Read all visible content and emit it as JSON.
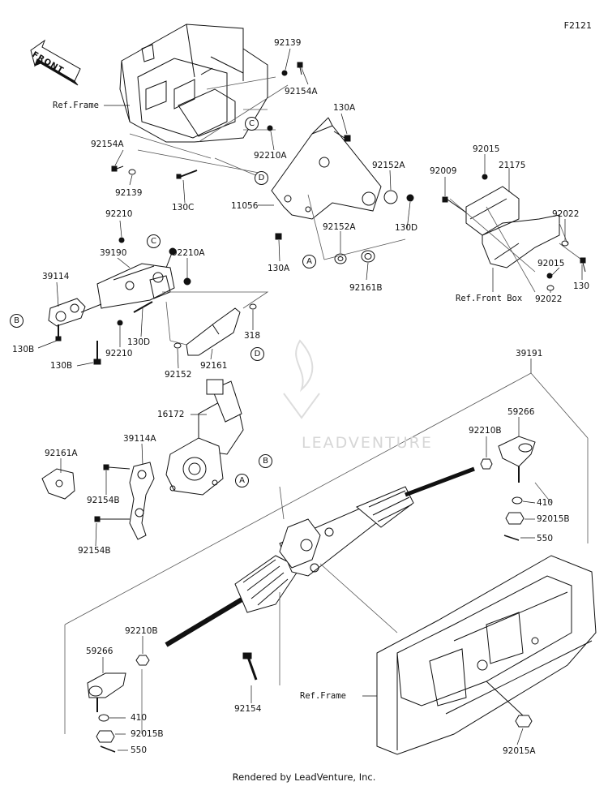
{
  "page_code": "F2121",
  "front_label": "FRONT",
  "watermark": "LEADVENTURE",
  "footer": "Rendered by LeadVenture, Inc.",
  "callouts": {
    "A": "A",
    "B": "B",
    "C": "C",
    "D": "D"
  },
  "labels": {
    "p92139_top": "92139",
    "p92154A_top": "92154A",
    "ref_frame_top": "Ref.Frame",
    "p130A_top": "130A",
    "p92154A_left": "92154A",
    "p92210A_mid": "92210A",
    "p92139_left": "92139",
    "p130C": "130C",
    "p92152A_right": "92152A",
    "p11056": "11056",
    "p130D_right": "130D",
    "p92152A_mid": "92152A",
    "p130A_mid": "130A",
    "p92161B": "92161B",
    "p92015_top": "92015",
    "p92009": "92009",
    "p21175": "21175",
    "p92022_top": "92022",
    "p92015_mid": "92015",
    "p130_right": "130",
    "ref_front_box": "Ref.Front Box",
    "p92022_bottom": "92022",
    "p92210_left": "92210",
    "p39190": "39190",
    "p92210A_left": "92210A",
    "p39114": "39114",
    "p130D_left": "130D",
    "p318": "318",
    "p130B_a": "130B",
    "p92210_low": "92210",
    "p130B_b": "130B",
    "p92161": "92161",
    "p92152": "92152",
    "p39191": "39191",
    "p16172": "16172",
    "p59266_right": "59266",
    "p92210B_right": "92210B",
    "p39114A": "39114A",
    "p92161A": "92161A",
    "p92154B_a": "92154B",
    "p410_right": "410",
    "p92015B_right": "92015B",
    "p92154B_b": "92154B",
    "p550_right": "550",
    "p92210B_left": "92210B",
    "p59266_left": "59266",
    "p92154": "92154",
    "ref_frame_bottom": "Ref.Frame",
    "p410_left": "410",
    "p92015B_left": "92015B",
    "p92015A": "92015A",
    "p550_left": "550"
  }
}
